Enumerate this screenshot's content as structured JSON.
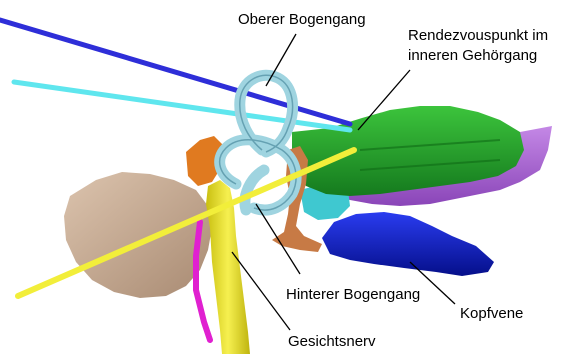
{
  "labels": {
    "oberer_bogengang": "Oberer Bogengang",
    "rendezvous_line1": "Rendezvouspunkt im",
    "rendezvous_line2": "inneren Gehörgang",
    "hinterer_bogengang": "Hinterer Bogengang",
    "kopfvene": "Kopfvene",
    "gesichtsnerv": "Gesichtsnerv"
  },
  "colors": {
    "background": "#ffffff",
    "trajectory_blue": "#2e2ed8",
    "trajectory_cyan": "#5fe6ee",
    "trajectory_yellow": "#f2ee3a",
    "semicircular_canals": "#9fd4e0",
    "internal_auditory_canal": "#22a82a",
    "violet_structure": "#b56fd8",
    "vein": "#0a1fcc",
    "facial_nerve": "#e8e02a",
    "tan_structure": "#c9b09a",
    "orange_structure": "#e07a20",
    "brown_structure": "#c77a45",
    "magenta_structure": "#e020d0",
    "teal_structure": "#3fc8d0"
  }
}
